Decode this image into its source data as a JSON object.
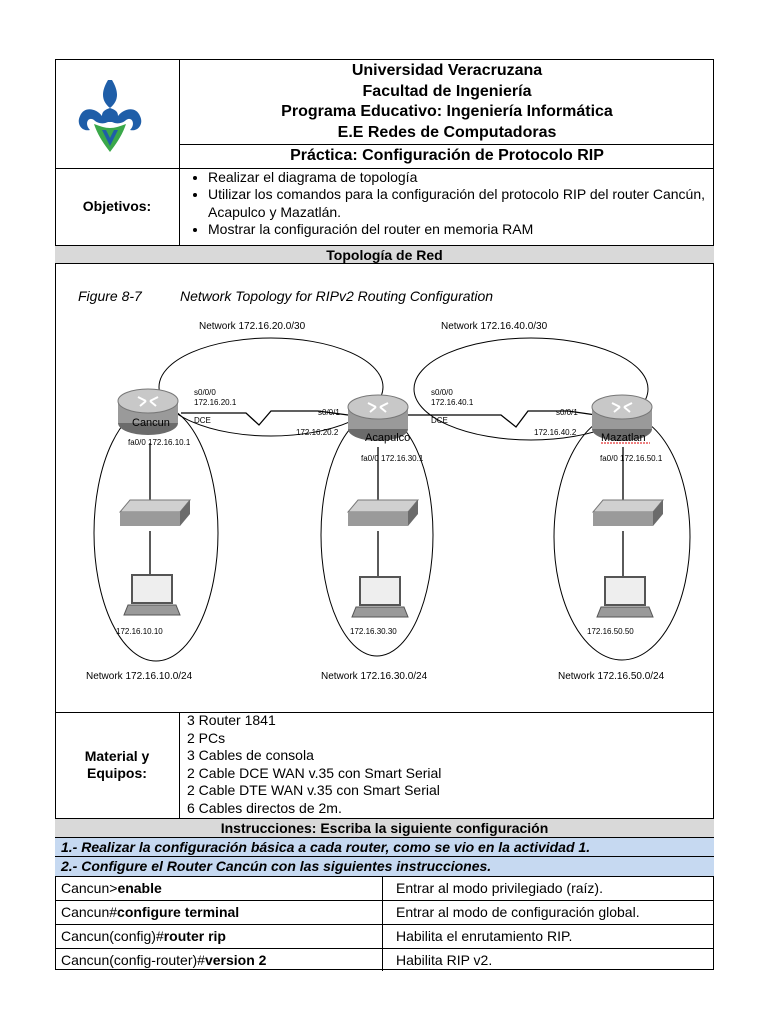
{
  "header": {
    "logo_name": "Universidad Veracruzana logo",
    "lines": [
      "Universidad Veracruzana",
      "Facultad de Ingeniería",
      "Programa Educativo: Ingeniería Informática",
      "E.E Redes de Computadoras"
    ],
    "practice_title": "Práctica: Configuración de Protocolo RIP"
  },
  "objectives": {
    "label": "Objetivos:",
    "items": [
      "Realizar el diagrama de topología",
      "Utilizar los comandos para la configuración del protocolo RIP del router Cancún, Acapulco y Mazatlán.",
      "Mostrar la configuración del router en memoria RAM"
    ]
  },
  "topology": {
    "section_title": "Topología de Red",
    "figure_label": "Figure 8-7",
    "figure_caption": "Network Topology for RIPv2 Routing Configuration",
    "top_networks": [
      "Network 172.16.20.0/30",
      "Network 172.16.40.0/30"
    ],
    "routers": [
      {
        "name": "Cancun",
        "port": "fa0/0 172.16.10.1",
        "serial": "s0/0/0",
        "serial_ip": "172.16.20.1",
        "dce": "DCE"
      },
      {
        "name": "Acapulco",
        "port": "fa0/0 172.16.30.1",
        "serial_in": "s0/0/1",
        "serial_in_ip": "172.16.20.2",
        "serial": "s0/0/0",
        "serial_ip": "172.16.40.1",
        "dce": "DCE"
      },
      {
        "name": "Mazatlan",
        "port": "fa0/0 172.16.50.1",
        "serial_in": "s0/0/1",
        "serial_in_ip": "172.16.40.2"
      }
    ],
    "hosts": [
      "172.16.10.10",
      "172.16.30.30",
      "172.16.50.50"
    ],
    "bottom_networks": [
      "Network 172.16.10.0/24",
      "Network 172.16.30.0/24",
      "Network 172.16.50.0/24"
    ]
  },
  "materials": {
    "label_line1": "Material y",
    "label_line2": "Equipos:",
    "items": [
      "3 Router 1841",
      "2 PCs",
      "3 Cables de consola",
      "2 Cable DCE WAN v.35 con Smart Serial",
      "2 Cable DTE WAN v.35 con Smart Serial",
      "6 Cables directos de 2m."
    ]
  },
  "instructions": {
    "title": "Instrucciones: Escriba la siguiente configuración",
    "step1": "1.- Realizar la configuración básica a cada router, como se vio en la actividad 1.",
    "step2": "2.- Configure el Router Cancún con las siguientes instrucciones.",
    "rows": [
      {
        "prompt": "Cancun>",
        "command": "enable",
        "description": "Entrar al modo privilegiado (raíz)."
      },
      {
        "prompt": "Cancun#",
        "command": "configure terminal",
        "description": "Entrar al modo de configuración global."
      },
      {
        "prompt": "Cancun(config)#",
        "command": "router rip",
        "description": "Habilita el enrutamiento RIP."
      },
      {
        "prompt": "Cancun(config-router)#",
        "command": "version 2",
        "description": "Habilita RIP v2."
      }
    ]
  },
  "colors": {
    "shade": "#d9d9d9",
    "blue_row": "#c6d9f1",
    "logo_blue": "#1f5ea8",
    "logo_green": "#3aa84a"
  }
}
